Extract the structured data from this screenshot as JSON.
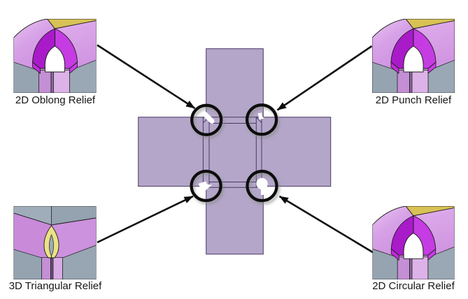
{
  "figure": {
    "description": "Sheet-metal flat pattern with four corner relief callouts",
    "callouts": [
      {
        "id": "oblong",
        "label": "2D Oblong Relief",
        "position": "top-left"
      },
      {
        "id": "punch",
        "label": "2D Punch Relief",
        "position": "top-right"
      },
      {
        "id": "triangular",
        "label": "3D Triangular Relief",
        "position": "bottom-left"
      },
      {
        "id": "circular",
        "label": "2D Circular Relief",
        "position": "bottom-right"
      }
    ],
    "colors": {
      "flat_pattern_fill": "#b3a6c8",
      "flat_pattern_outline": "#4a3967",
      "highlight_circle": "#0d0d0d",
      "arrow": "#0d0d0d",
      "cad_flange_violet": "#d29ae2",
      "cad_relief_magenta": "#c53ce2",
      "cad_web_yellow": "#d8c256",
      "cad_metal_gray": "#98a6b4",
      "triangular_relief_yellow": "#ebe283"
    }
  }
}
